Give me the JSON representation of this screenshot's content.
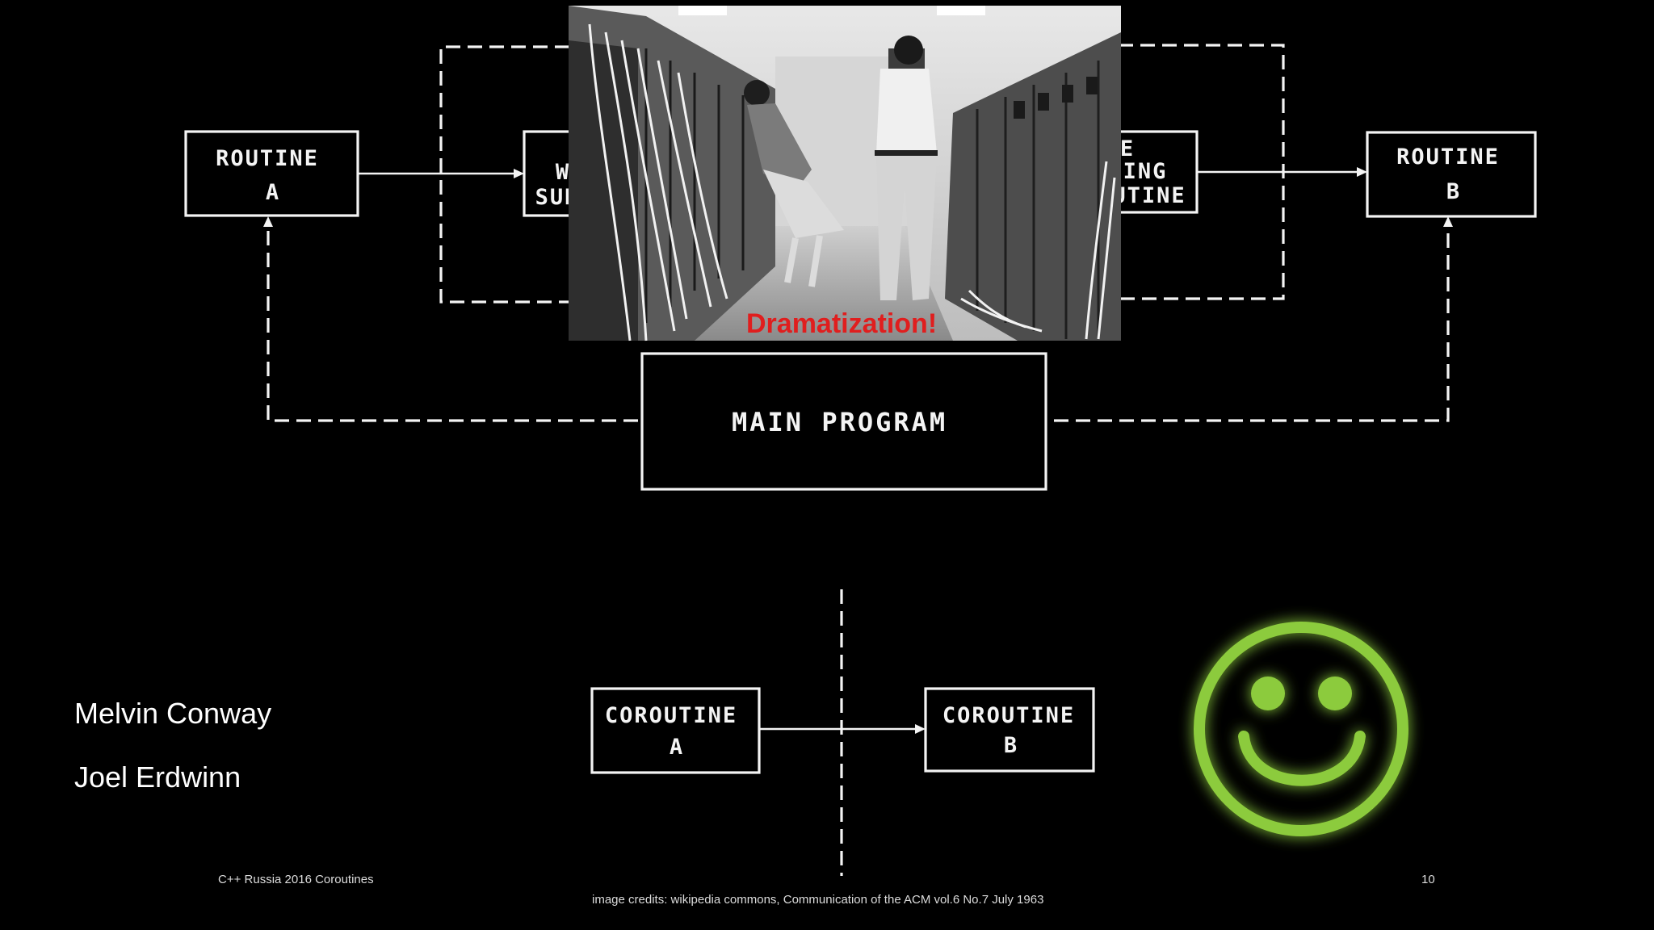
{
  "diagram": {
    "routine_a": {
      "line1": "ROUTINE",
      "line2": "A"
    },
    "routine_b": {
      "line1": "ROUTINE",
      "line2": "B"
    },
    "left_inner": {
      "line1": "W",
      "line2": "SUB"
    },
    "right_inner": {
      "line1": "E",
      "line2": "ING",
      "line3": "UTINE"
    },
    "main_program": "MAIN PROGRAM",
    "coroutine_a": {
      "line1": "COROUTINE",
      "line2": "A"
    },
    "coroutine_b": {
      "line1": "COROUTINE",
      "line2": "B"
    }
  },
  "photo": {
    "caption": "Dramatization!"
  },
  "authors": [
    "Melvin Conway",
    "Joel Erdwinn"
  ],
  "footer": {
    "left": "C++ Russia 2016 Coroutines",
    "page_number": "10",
    "credits": "image credits: wikipedia commons, Communication of the ACM vol.6 No.7 July 1963"
  },
  "colors": {
    "smiley": "#8ccb3c",
    "caption": "#e01e1e"
  },
  "icons": {
    "smiley": "smiley-face-icon"
  }
}
